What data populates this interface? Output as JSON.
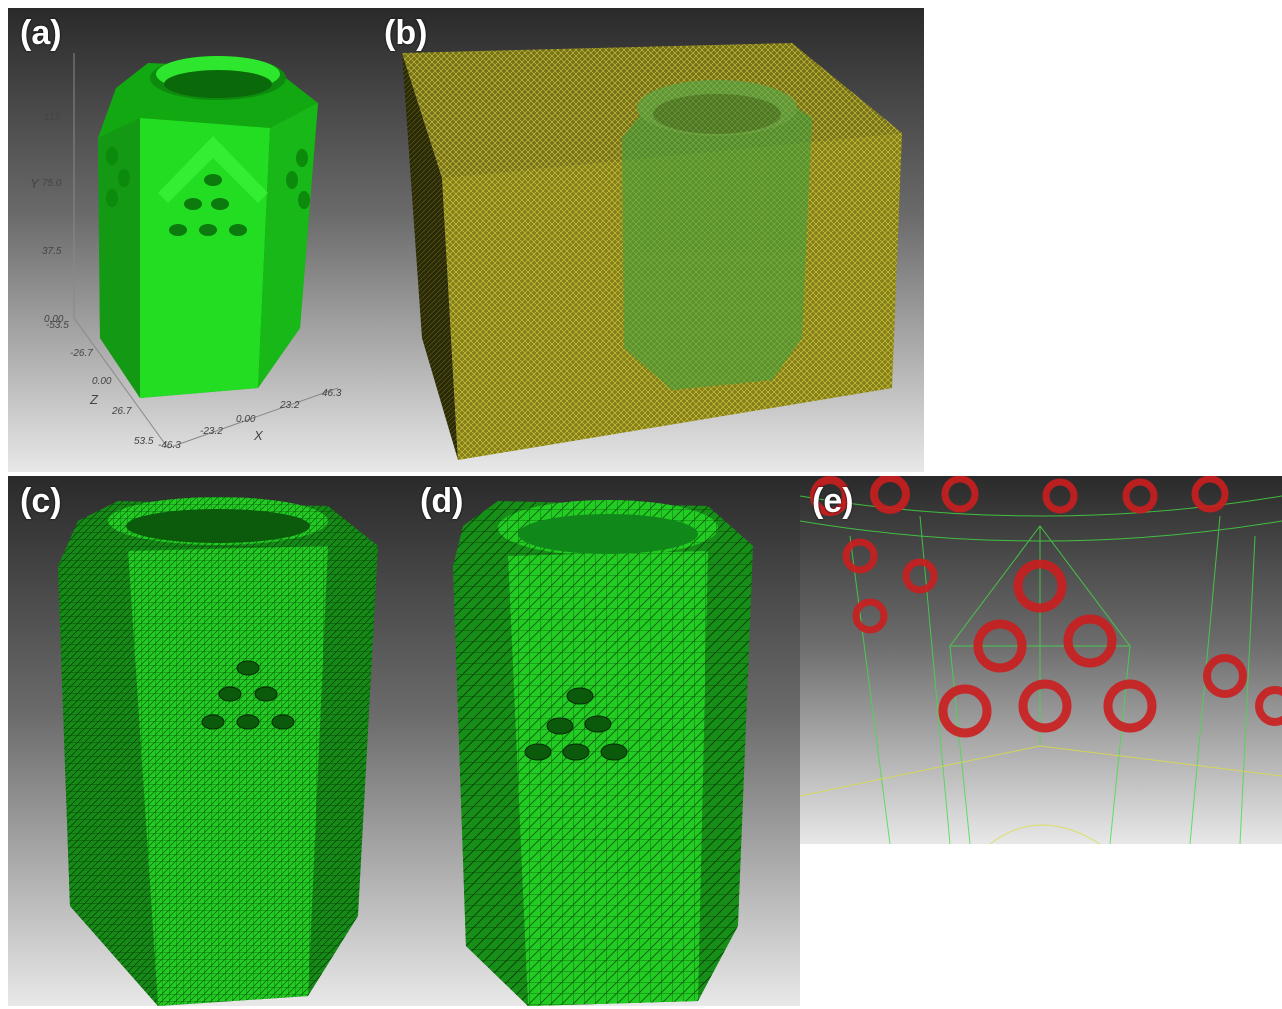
{
  "figure": {
    "panels": [
      {
        "id": "a",
        "label": "(a)"
      },
      {
        "id": "b",
        "label": "(b)"
      },
      {
        "id": "c",
        "label": "(c)"
      },
      {
        "id": "d",
        "label": "(d)"
      },
      {
        "id": "e",
        "label": "(e)"
      }
    ],
    "axes_a": {
      "y_axis_name": "Y",
      "z_axis_name": "Z",
      "x_axis_name": "X",
      "y_ticks": [
        "112",
        "75.0",
        "37.5",
        "0.00"
      ],
      "z_ticks": [
        "-53.5",
        "-26.7",
        "0.00",
        "26.7",
        "53.5"
      ],
      "x_ticks": [
        "-46.3",
        "-23.2",
        "0.00",
        "23.2",
        "46.3"
      ]
    },
    "colors": {
      "solid_green": "#1ed21e",
      "mesh_green": "#1faa1f",
      "mesh_yellow": "#b8b020",
      "red_surface": "#cc2020"
    }
  }
}
